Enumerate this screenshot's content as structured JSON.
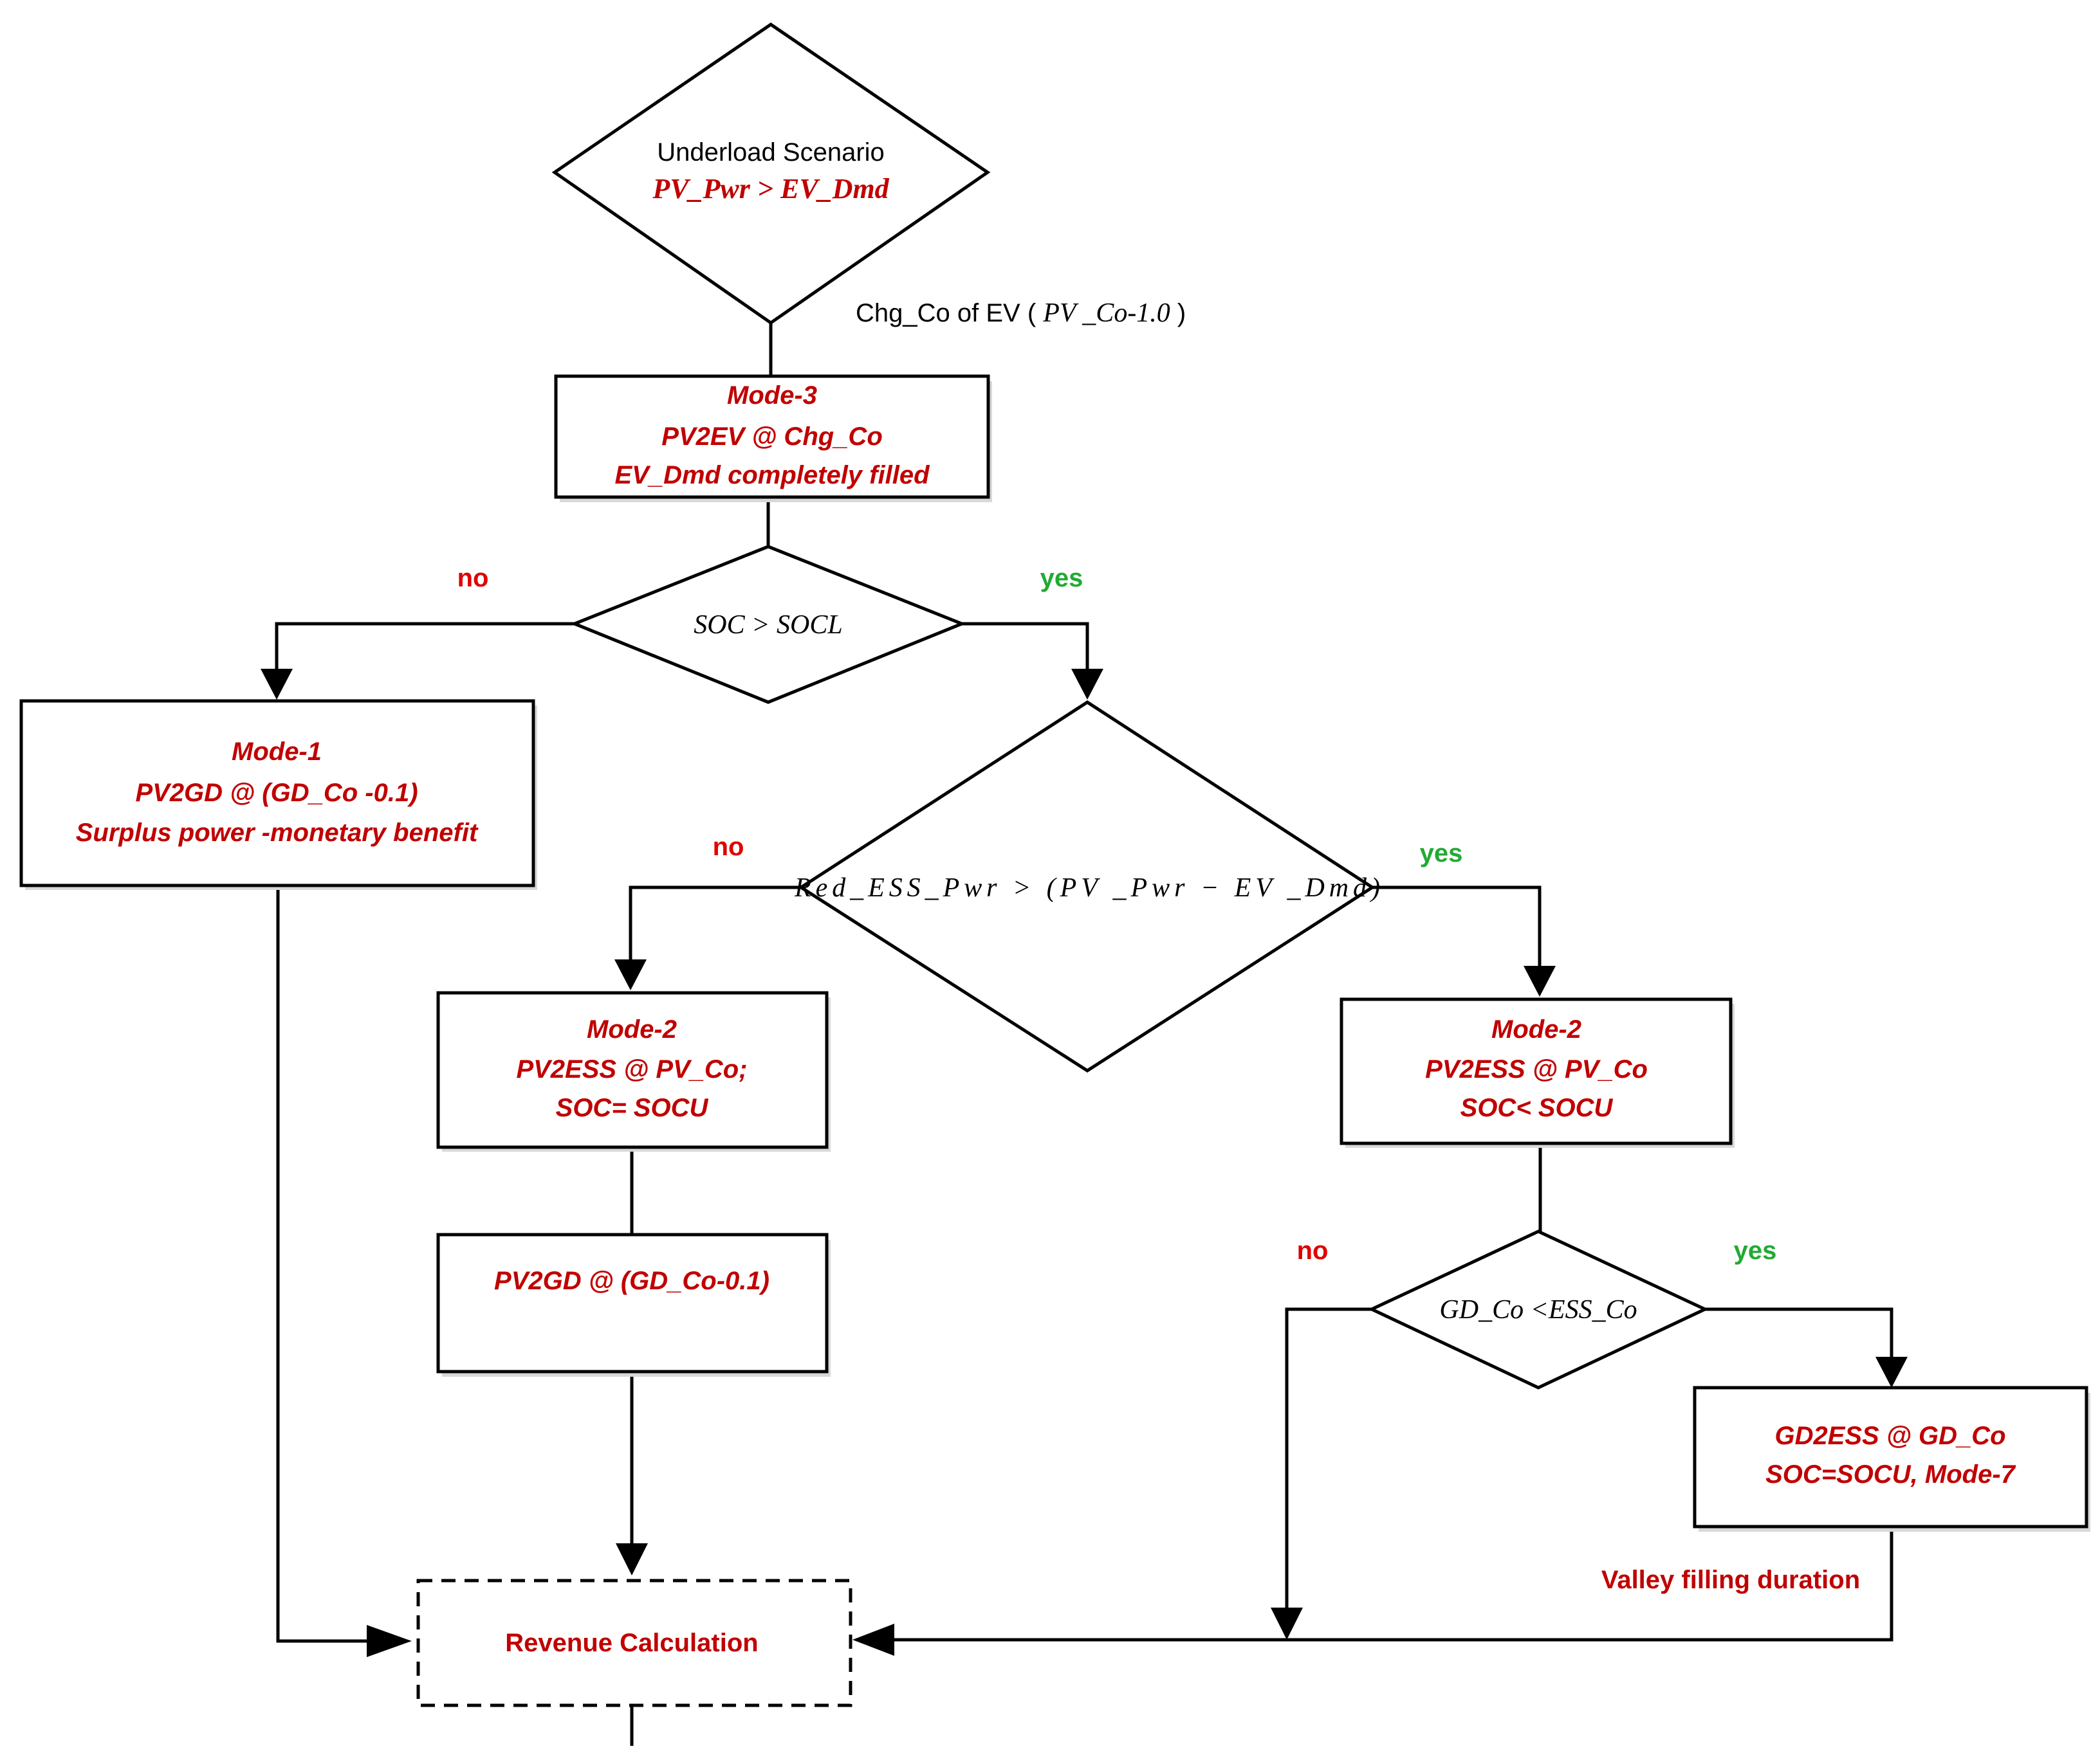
{
  "decisions": {
    "underload": {
      "title": "Underload Scenario",
      "condition": "PV_Pwr > EV_Dmd"
    },
    "soc": {
      "condition": "SOC > SOCL"
    },
    "ess": {
      "condition": "Red_ESS_Pwr > (PV _Pwr −  EV _Dmd)"
    },
    "gd": {
      "condition": "GD_Co <ESS_Co"
    }
  },
  "edge_labels": {
    "chg_prefix": "Chg_Co of EV ( ",
    "chg_math": "PV _Co-1.0",
    "chg_suffix": " )",
    "soc_no": "no",
    "soc_yes": "yes",
    "ess_no": "no",
    "ess_yes": "yes",
    "gd_no": "no",
    "gd_yes": "yes",
    "valley": "Valley filling duration"
  },
  "processes": {
    "mode3": {
      "line1": "Mode-3",
      "line2": "PV2EV @ Chg_Co",
      "line3": "EV_Dmd completely filled"
    },
    "mode1": {
      "line1": "Mode-1",
      "line2": "PV2GD @ (GD_Co -0.1)",
      "line3": "Surplus power -monetary benefit"
    },
    "mode2_left": {
      "line1": "Mode-2",
      "line2": "PV2ESS @ PV_Co;",
      "line3": "SOC= SOCU"
    },
    "pv2gd": {
      "line1": "PV2GD @ (GD_Co-0.1)"
    },
    "mode2_right": {
      "line1": "Mode-2",
      "line2": "PV2ESS @ PV_Co",
      "line3": "SOC< SOCU"
    },
    "gd2ess": {
      "line1": "GD2ESS @ GD_Co",
      "line2": "SOC=SOCU, Mode-7"
    },
    "revenue": {
      "label": "Revenue Calculation"
    }
  }
}
